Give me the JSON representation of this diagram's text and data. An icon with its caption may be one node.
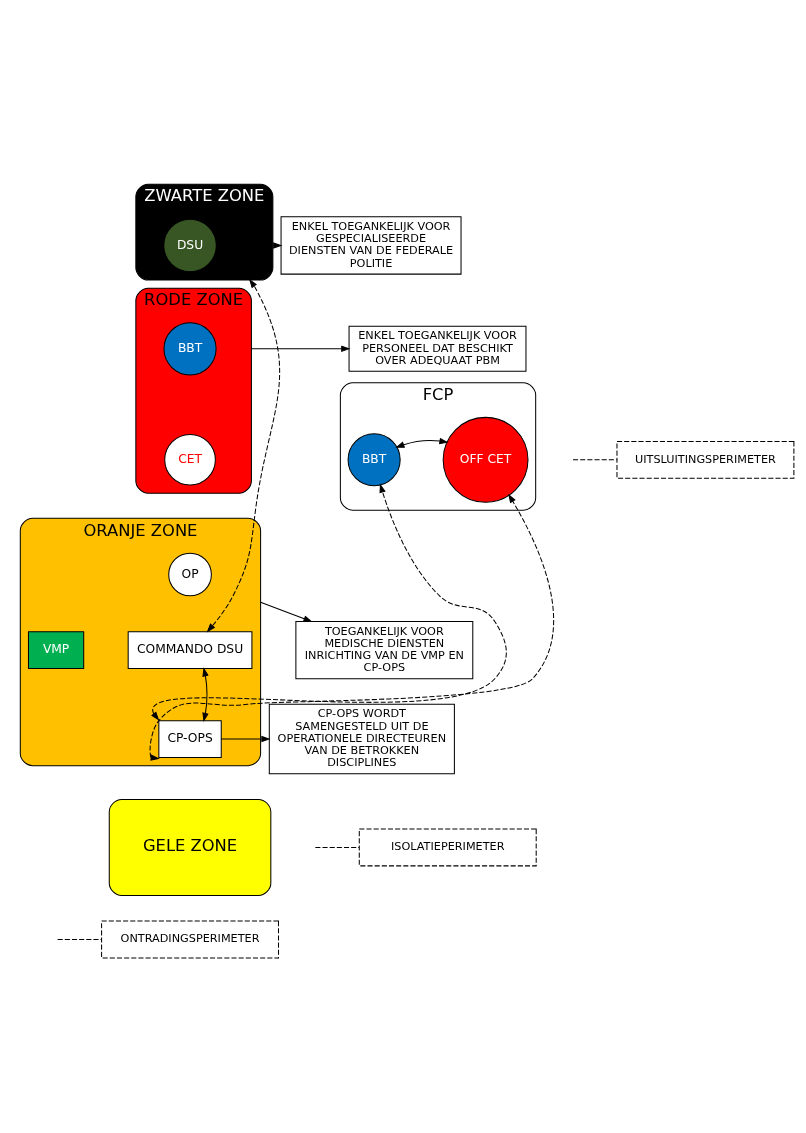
{
  "diagram": {
    "nodes": [
      {
        "text": [
          "ZWARTE ZONE"
        ]
      },
      {
        "text": [
          "DSU"
        ],
        "in": 0
      },
      {
        "text": [
          "RODE ZONE"
        ]
      },
      {
        "text": [
          "BBT"
        ],
        "in": 2
      },
      {
        "text": [
          "CET"
        ],
        "in": 2
      },
      {
        "text": [
          "FCP"
        ]
      },
      {
        "text": [
          "BBT"
        ],
        "in": 5
      },
      {
        "text": [
          "OFF CET"
        ],
        "in": 5
      },
      {
        "text": [
          "ORANJE ZONE"
        ]
      },
      {
        "text": [
          "OP"
        ],
        "in": 8
      },
      {
        "text": [
          "COMMANDO DSU"
        ],
        "in": 8
      },
      {
        "text": [
          "VMP"
        ],
        "in": 8
      },
      {
        "text": [
          "CP-OPS"
        ],
        "in": 8
      },
      {
        "text": [
          "GELE ZONE"
        ]
      },
      {
        "text": [
          "ENKEL TOEGANKELIJK VOOR GESPECIALISEERDE DIENSTEN VAN DE FEDERALE POLITIE"
        ]
      },
      {
        "text": [
          "ENKEL TOEGANKELIJK VOOR PERSONEEL DAT BESCHIKT OVER ADEQUAAT PBM"
        ]
      },
      {
        "text": [
          "TOEGANKELIJK VOOR MEDISCHE DIENSTEN",
          "INRICHTING VAN DE VMP EN CP-OPS"
        ]
      },
      {
        "text": [
          "CP-OPS WORDT SAMENGESTELD UIT DE OPERATIONELE DIRECTEUREN VAN DE BETROKKEN DISCIPLINES"
        ]
      },
      {
        "text": [
          "UITSLUITINGSPERIMETER"
        ]
      },
      {
        "text": [
          "ISOLATIEPERIMETER"
        ]
      },
      {
        "text": [
          "ONTRADINGSPERIMETER"
        ]
      }
    ],
    "edges": [
      {
        "from": 10,
        "to": 0,
        "arrow": "both",
        "style": "dashed"
      },
      {
        "from": 6,
        "to": 7,
        "arrow": "both"
      },
      {
        "from": 12,
        "to": 6,
        "arrow": "both",
        "style": "dashed"
      },
      {
        "from": 12,
        "to": 7,
        "arrow": "both",
        "style": "dashed"
      },
      {
        "from": 10,
        "to": 12,
        "arrow": "both"
      },
      {
        "from": 0,
        "to": 14,
        "arrow": "to"
      },
      {
        "from": 2,
        "to": 15,
        "arrow": "to"
      },
      {
        "from": 8,
        "to": 16,
        "arrow": "to"
      },
      {
        "from": 12,
        "to": 17,
        "arrow": "to"
      },
      {
        "from": null,
        "to": 18,
        "arrow": "none",
        "style": "dashed"
      },
      {
        "from": null,
        "to": 19,
        "arrow": "none",
        "style": "dashed"
      },
      {
        "from": null,
        "to": 20,
        "arrow": "none",
        "style": "dashed"
      }
    ]
  }
}
